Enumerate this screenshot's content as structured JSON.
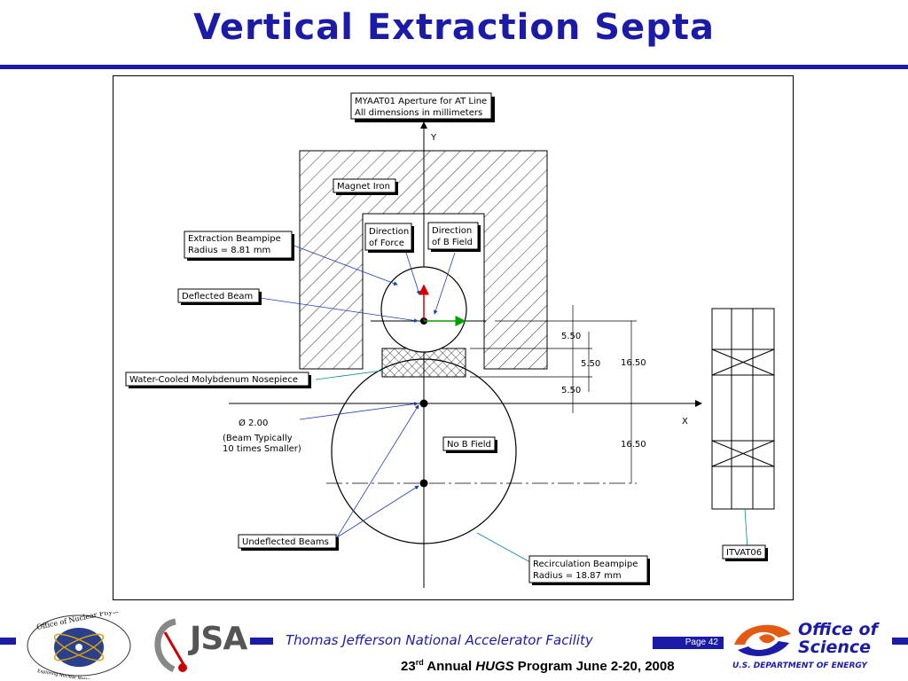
{
  "slide": {
    "title": "Vertical Extraction Septa"
  },
  "diagram": {
    "header_line1": "MYAAT01 Aperture for AT Line",
    "header_line2": "All dimensions in millimeters",
    "axis_y": "Y",
    "axis_x": "X",
    "magnet_label": "Magnet Iron",
    "force_line1": "Direction",
    "force_line2": "of Force",
    "field_line1": "Direction",
    "field_line2": "of B Field",
    "extraction_line1": "Extraction Beampipe",
    "extraction_line2": "Radius = 8.81 mm",
    "deflected_label": "Deflected Beam",
    "nosepiece_label": "Water-Cooled Molybdenum Nosepiece",
    "diameter_label": "Ø 2.00",
    "beam_note1": "(Beam Typically",
    "beam_note2": "10 times Smaller)",
    "no_field_label": "No B Field",
    "undeflected_label": "Undeflected Beams",
    "recirc_line1": "Recirculation Beampipe",
    "recirc_line2": "Radius = 18.87 mm",
    "itv_label": "ITVAT06",
    "dim_upper": "5.50",
    "dim_middle": "5.50",
    "dim_lower": "5.50",
    "dim_total_upper": "16.50",
    "dim_total_lower": "16.50"
  },
  "footer": {
    "facility": "Thomas Jefferson National Accelerator Facility",
    "page": "Page 42",
    "program_num": "23",
    "program_sup": "rd",
    "program_pre": " Annual ",
    "program_hugs": "HUGS",
    "program_post": " Program June 2-20, 2008",
    "nuclear_logo_text": "Office of Nuclear Physics",
    "nuclear_logo_sub": "Exploring Nuclear Matter - Quarks to Stars",
    "jsa_logo": "JSA",
    "osc_line1": "Office of",
    "osc_line2": "Science",
    "osc_dept": "U.S. DEPARTMENT OF ENERGY"
  },
  "colors": {
    "brand_blue": "#1b1ba8",
    "force_arrow": "#d40000",
    "field_arrow": "#00a000",
    "leader_blue": "#1f3fb0",
    "leader_teal": "#0a8a8a"
  }
}
